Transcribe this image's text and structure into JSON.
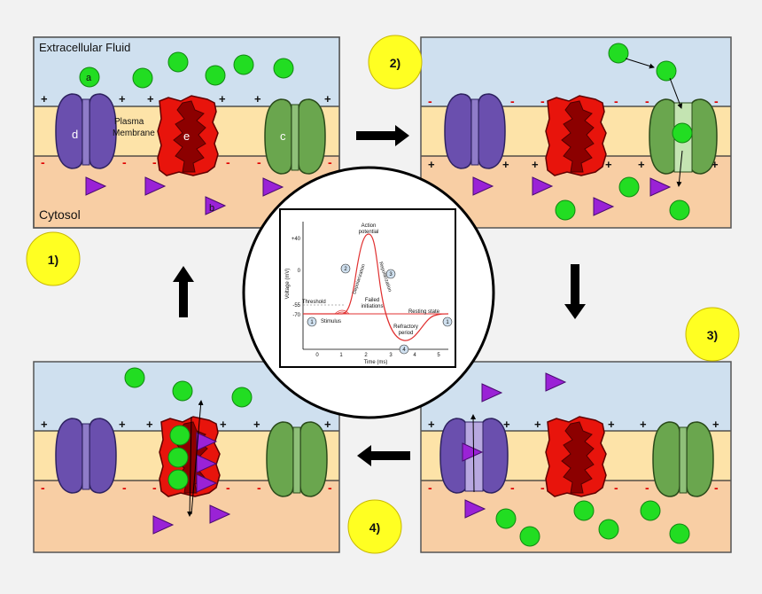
{
  "labels": {
    "extracellular": "Extracellular Fluid",
    "cytosol": "Cytosol",
    "plasma_membrane_1": "Plasma",
    "plasma_membrane_2": "Membrane",
    "a": "a",
    "b": "b",
    "c": "c",
    "d": "d",
    "e": "e"
  },
  "steps": [
    "1)",
    "2)",
    "3)",
    "4)"
  ],
  "charges": {
    "plus": "+",
    "minus": "-"
  },
  "graph": {
    "ylabel": "Voltage (mV)",
    "xlabel": "Time (ms)",
    "yticks": [
      "+40",
      "0",
      "-55",
      "-70"
    ],
    "xticks": [
      "0",
      "1",
      "2",
      "3",
      "4",
      "5"
    ],
    "action_potential_1": "Action",
    "action_potential_2": "potential",
    "depolarization": "Depolarization",
    "repolarization": "Repolarization",
    "threshold": "Threshold",
    "stimulus": "Stimulus",
    "failed_1": "Failed",
    "failed_2": "initiations",
    "resting_state": "Resting state",
    "refractory_1": "Refractory",
    "refractory_2": "period",
    "markers": [
      "1",
      "2",
      "3",
      "4",
      "1"
    ]
  },
  "colors": {
    "extracellular": "#cfe0ef",
    "membrane": "#fde3a8",
    "cytosol": "#f8cea4",
    "sodium_ion": "#22dd22",
    "potassium_ion": "#9a22d6",
    "channel_d": "#6a4fae",
    "channel_e": "#e8140c",
    "channel_c": "#6aa64e",
    "step_circle": "#ffff22",
    "graph_curve": "#e03030"
  }
}
